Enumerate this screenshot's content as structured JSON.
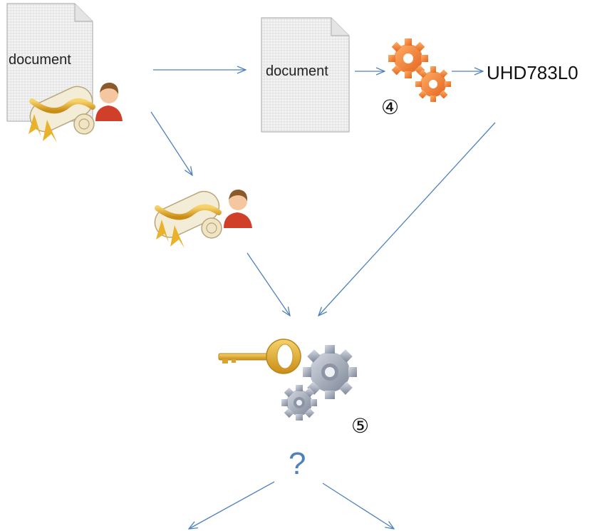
{
  "documents": {
    "signed_label": "document",
    "plain_label": "document"
  },
  "hash_output": "UHD783L0",
  "steps": {
    "hash_step": "④",
    "verify_step": "⑤"
  },
  "result_label": "?",
  "colors": {
    "arrow": "#4f81bd",
    "question": "#4f81bd",
    "orange_gear": "#f08a3c",
    "silver_gear": "#a7aebb",
    "key": "#e6b64a",
    "ribbon": "#e9b22a"
  }
}
